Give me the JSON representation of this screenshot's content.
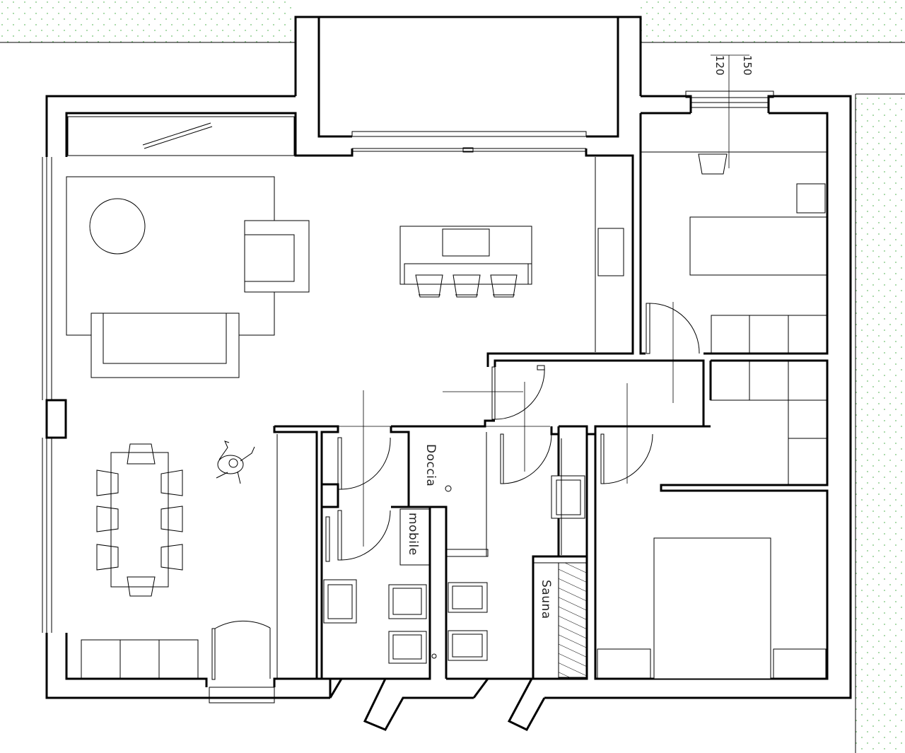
{
  "labels": {
    "shower": "Doccia",
    "cabinet": "mobile",
    "sauna": "Sauna"
  },
  "dimensions": {
    "window_a": "150",
    "window_b": "120"
  },
  "colors": {
    "line": "#000000",
    "dots": "#6fbf6f",
    "background": "#ffffff"
  }
}
